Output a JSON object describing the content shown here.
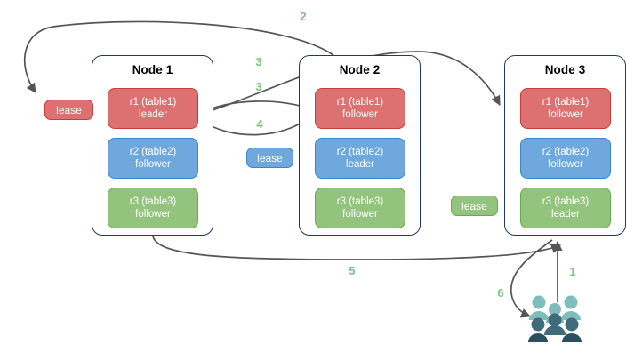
{
  "diagram": {
    "title": "raft-lease-topology",
    "colors": {
      "red": "#dd7070",
      "red_border": "#cc3a3a",
      "blue": "#6fa8dc",
      "blue_border": "#3d85c6",
      "green": "#93c47d",
      "green_border": "#6aa84f",
      "node_border": "#1f3864",
      "edge": "#555555",
      "label_green": "#7bc47f",
      "client_light": "#7fbdbd",
      "client_dark": "#3f6b7a",
      "client_darkest": "#2c4f5e"
    }
  },
  "nodes": [
    {
      "id": "node-1",
      "title": "Node 1",
      "replicas": [
        {
          "id": "r1",
          "line1": "r1 (table1)",
          "line2": "leader",
          "color": "red"
        },
        {
          "id": "r2",
          "line1": "r2 (table2)",
          "line2": "follower",
          "color": "blue"
        },
        {
          "id": "r3",
          "line1": "r3 (table3)",
          "line2": "follower",
          "color": "green"
        }
      ]
    },
    {
      "id": "node-2",
      "title": "Node 2",
      "replicas": [
        {
          "id": "r1",
          "line1": "r1 (table1)",
          "line2": "follower",
          "color": "red"
        },
        {
          "id": "r2",
          "line1": "r2 (table2)",
          "line2": "leader",
          "color": "blue"
        },
        {
          "id": "r3",
          "line1": "r3 (table3)",
          "line2": "follower",
          "color": "green"
        }
      ]
    },
    {
      "id": "node-3",
      "title": "Node 3",
      "replicas": [
        {
          "id": "r1",
          "line1": "r1 (table1)",
          "line2": "follower",
          "color": "red"
        },
        {
          "id": "r2",
          "line1": "r2 (table2)",
          "line2": "follower",
          "color": "blue"
        },
        {
          "id": "r3",
          "line1": "r3 (table3)",
          "line2": "leader",
          "color": "green"
        }
      ]
    }
  ],
  "leases": [
    {
      "id": "lease-table1",
      "label": "lease",
      "color": "red"
    },
    {
      "id": "lease-table2",
      "label": "lease",
      "color": "blue"
    },
    {
      "id": "lease-table3",
      "label": "lease",
      "color": "green"
    }
  ],
  "edge_labels": [
    {
      "id": "step-1",
      "text": "1"
    },
    {
      "id": "step-2",
      "text": "2"
    },
    {
      "id": "step-3a",
      "text": "3"
    },
    {
      "id": "step-3b",
      "text": "3"
    },
    {
      "id": "step-4",
      "text": "4"
    },
    {
      "id": "step-5",
      "text": "5"
    },
    {
      "id": "step-6",
      "text": "6"
    }
  ],
  "clients": {
    "id": "clients-group",
    "icon": "users-icon"
  }
}
